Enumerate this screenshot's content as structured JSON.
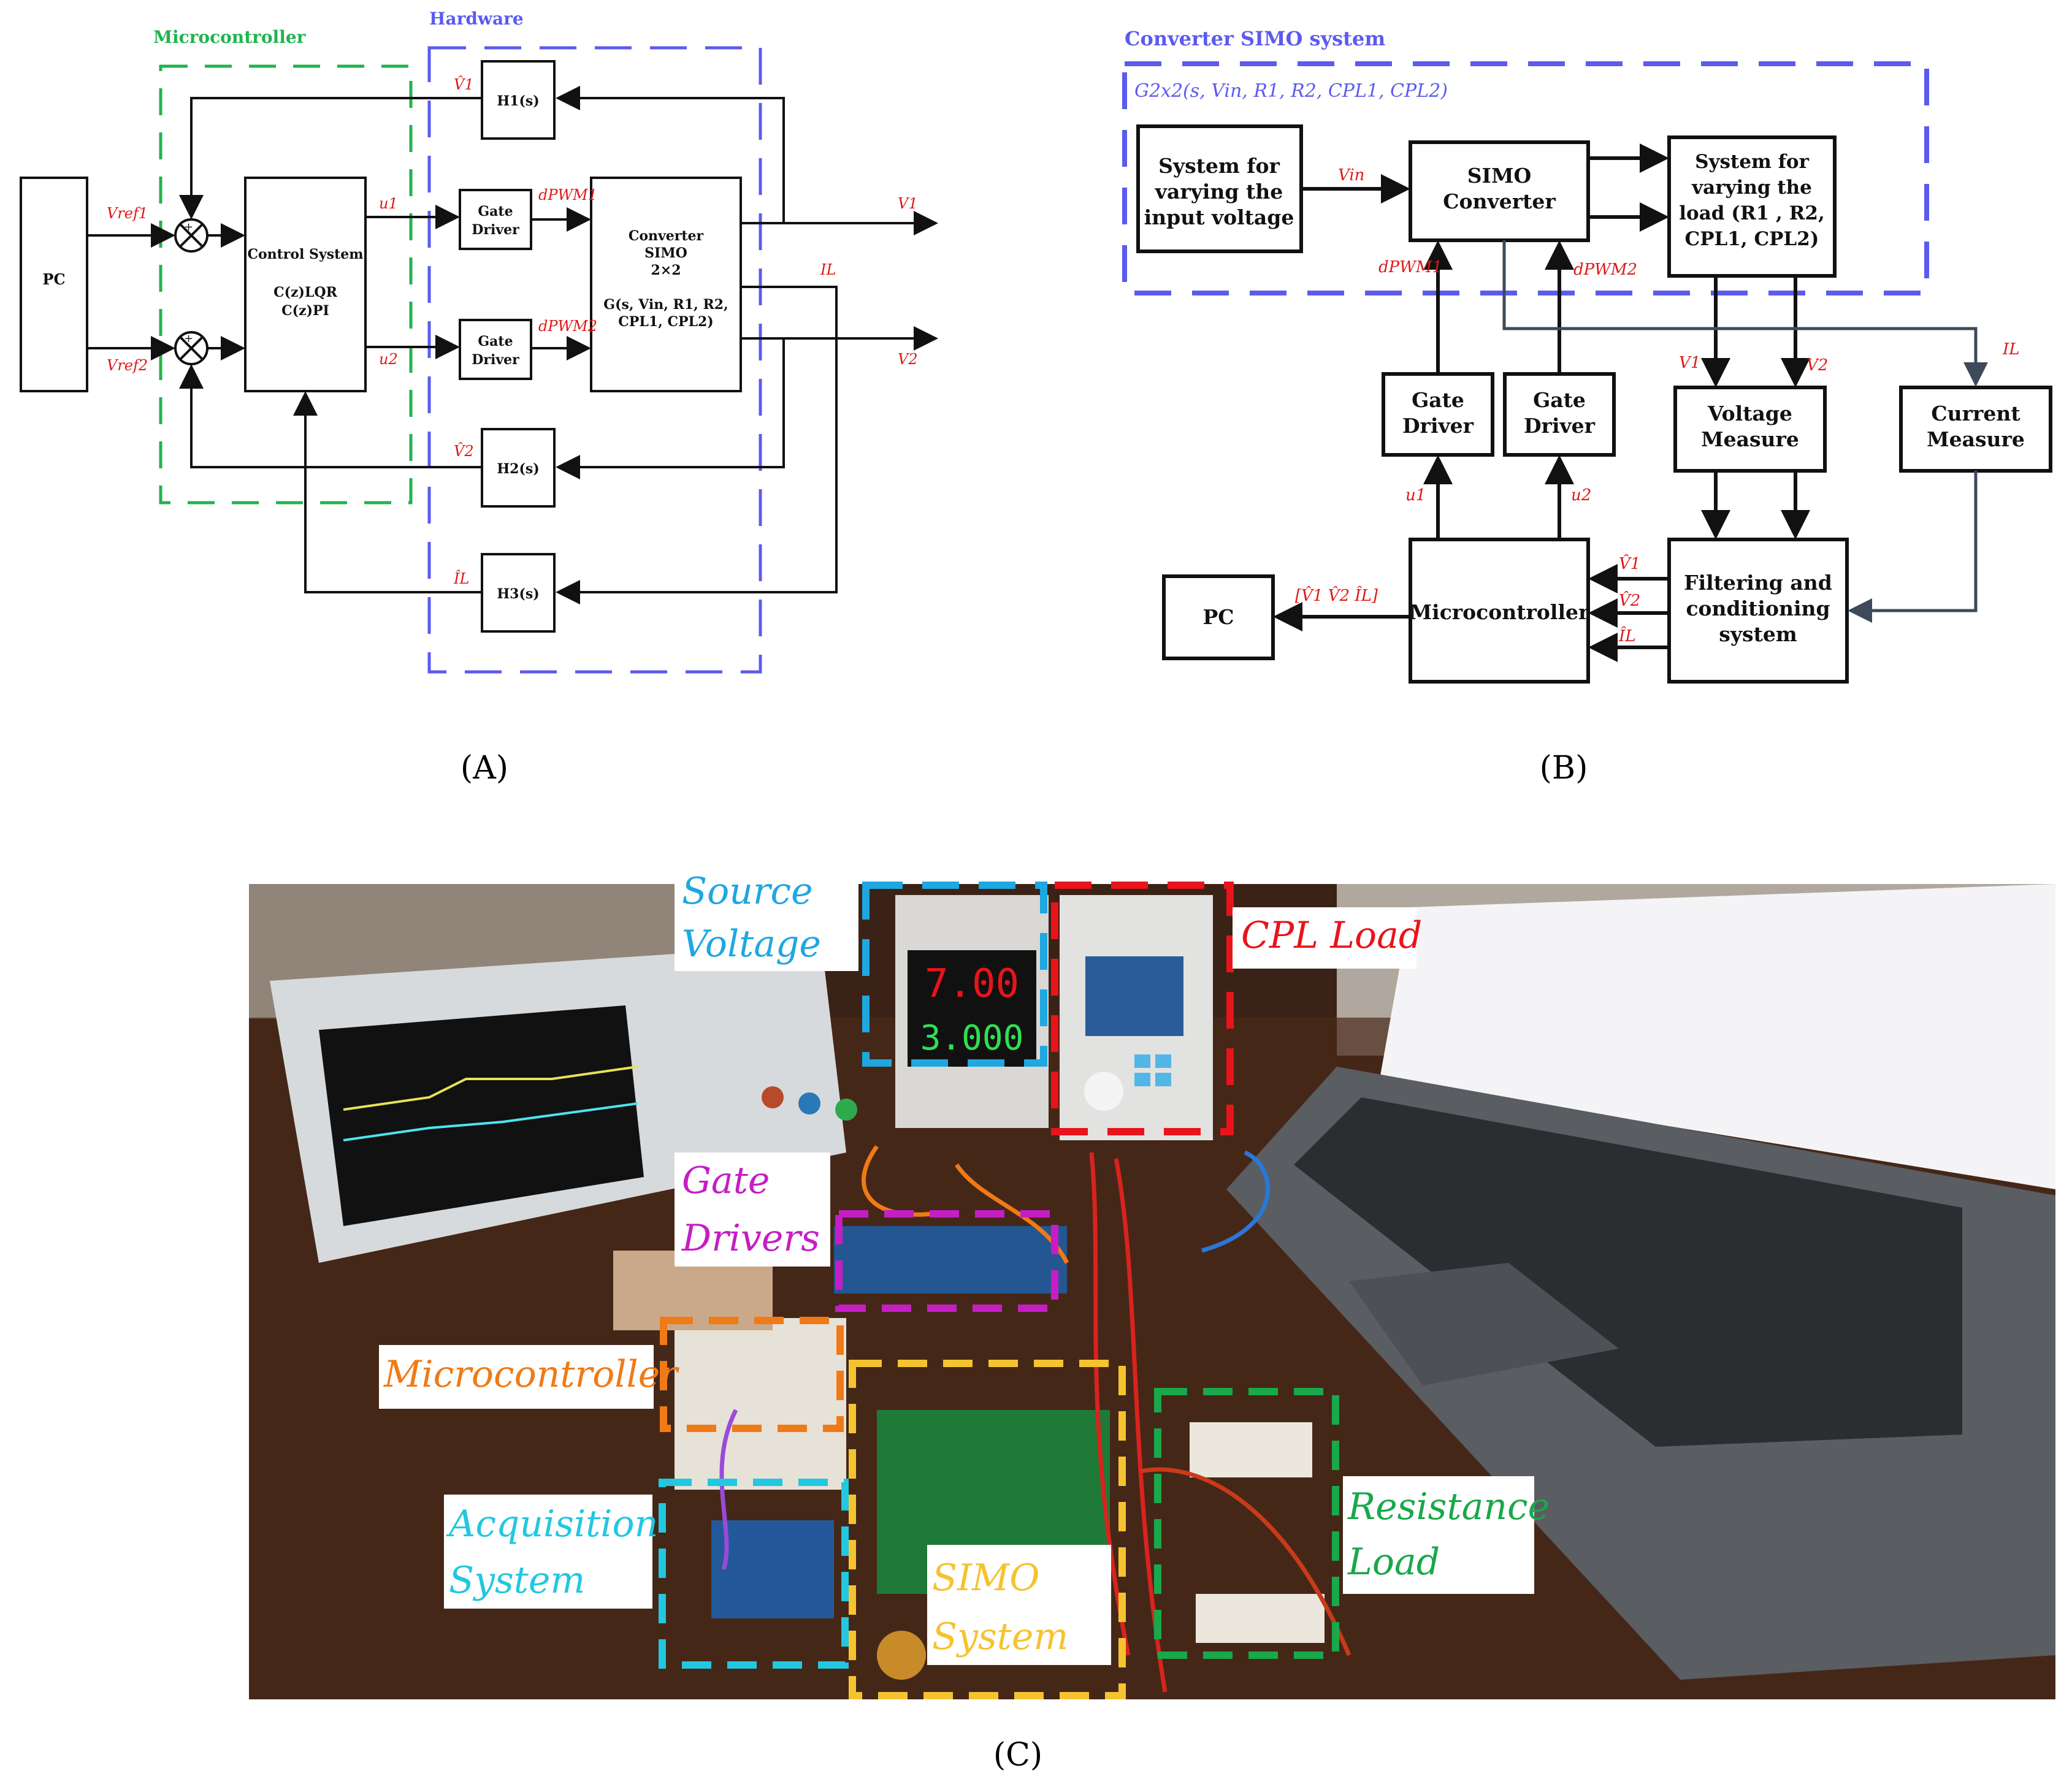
{
  "panel_a": {
    "caption": "(A)",
    "microcontroller_label": "Microcontroller",
    "hardware_label": "Hardware",
    "pc": "PC",
    "control_system": {
      "title": "Control System",
      "line1": "C(z)LQR",
      "line2": "C(z)PI"
    },
    "gate_driver": [
      "Gate",
      "Driver"
    ],
    "converter": {
      "line1": "Converter",
      "line2": "SIMO",
      "line3": "2×2",
      "line4": "G(s, Vin, R1, R2,",
      "line5": "CPL1, CPL2)"
    },
    "h_blocks": [
      "H1(s)",
      "H2(s)",
      "H3(s)"
    ],
    "signals": {
      "vref1": "Vref1",
      "vref2": "Vref2",
      "u1": "u1",
      "u2": "u2",
      "dpwm1": "dPWM1",
      "dpwm2": "dPWM2",
      "v1": "V1",
      "v2": "V2",
      "il": "IL",
      "v1hat": "V̂1",
      "v2hat": "V̂2",
      "ilhat": "ÎL"
    }
  },
  "panel_b": {
    "caption": "(B)",
    "title": "Converter SIMO system",
    "transfer": "G2x2(s, Vin, R1, R2, CPL1, CPL2)",
    "varying_input": [
      "System for",
      "varying the",
      "input voltage"
    ],
    "simo": [
      "SIMO",
      "Converter"
    ],
    "varying_load": [
      "System for",
      "varying the",
      "load (R1 , R2,",
      "CPL1, CPL2)"
    ],
    "gate_driver": [
      "Gate",
      "Driver"
    ],
    "voltage_measure": [
      "Voltage",
      "Measure"
    ],
    "current_measure": [
      "Current",
      "Measure"
    ],
    "filtering": [
      "Filtering and",
      "conditioning",
      "system"
    ],
    "microcontroller": "Microcontroller",
    "pc": "PC",
    "signals": {
      "vin": "Vin",
      "dpwm1": "dPWM1",
      "dpwm2": "dPWM2",
      "v1": "V1",
      "v2": "V2",
      "il": "IL",
      "u1": "u1",
      "u2": "u2",
      "v1hat": "V̂1",
      "v2hat": "V̂2",
      "ilhat": "ÎL",
      "vector": "[V̂1  V̂2  ÎL]"
    }
  },
  "panel_c": {
    "caption": "(C)",
    "labels": {
      "source_voltage": [
        "Source",
        "Voltage"
      ],
      "cpl_load": "CPL Load",
      "gate_drivers": [
        "Gate",
        "Drivers"
      ],
      "microcontroller": "Microcontroller",
      "acquisition": [
        "Acquisition",
        "System"
      ],
      "simo": [
        "SIMO",
        "System"
      ],
      "resistance": [
        "Resistance",
        "Load"
      ]
    },
    "colors": {
      "source": "#1ea7e1",
      "cpl": "#e8141b",
      "gate": "#c41ec4",
      "micro": "#f07a16",
      "acq": "#22c7e0",
      "simo": "#f5c330",
      "resistance": "#19a84a"
    },
    "psu_display": [
      "7.00",
      "3.000"
    ]
  },
  "colors": {
    "green": "#21b34c",
    "blue": "#5b5bef",
    "red": "#e01818"
  }
}
